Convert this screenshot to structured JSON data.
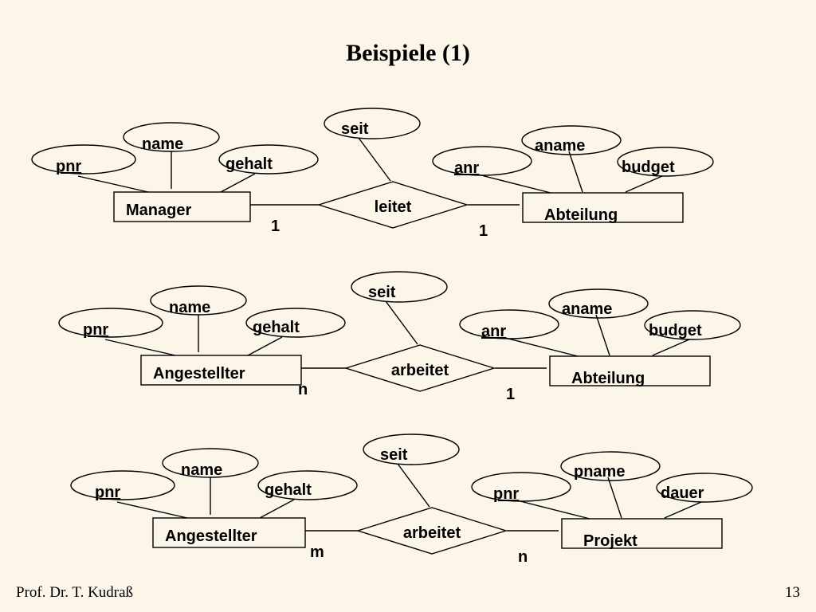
{
  "slide": {
    "title": "Beispiele (1)",
    "author": "Prof. Dr. T. Kudraß",
    "page_number": "13"
  },
  "diagrams": [
    {
      "left_entity": {
        "name": "Manager",
        "attributes": [
          "pnr",
          "name",
          "gehalt"
        ],
        "key_attribute": "pnr",
        "cardinality": "1"
      },
      "relationship": {
        "name": "leitet",
        "attribute": "seit"
      },
      "right_entity": {
        "name": "Abteilung",
        "attributes": [
          "anr",
          "aname",
          "budget"
        ],
        "key_attribute": "anr",
        "cardinality": "1"
      }
    },
    {
      "left_entity": {
        "name": "Angestellter",
        "attributes": [
          "pnr",
          "name",
          "gehalt"
        ],
        "key_attribute": "pnr",
        "cardinality": "n"
      },
      "relationship": {
        "name": "arbeitet",
        "attribute": "seit"
      },
      "right_entity": {
        "name": "Abteilung",
        "attributes": [
          "anr",
          "aname",
          "budget"
        ],
        "key_attribute": "anr",
        "cardinality": "1"
      }
    },
    {
      "left_entity": {
        "name": "Angestellter",
        "attributes": [
          "pnr",
          "name",
          "gehalt"
        ],
        "key_attribute": "pnr",
        "cardinality": "m"
      },
      "relationship": {
        "name": "arbeitet",
        "attribute": "seit"
      },
      "right_entity": {
        "name": "Projekt",
        "attributes": [
          "pnr",
          "pname",
          "dauer"
        ],
        "key_attribute": "pnr",
        "cardinality": "n"
      }
    }
  ]
}
